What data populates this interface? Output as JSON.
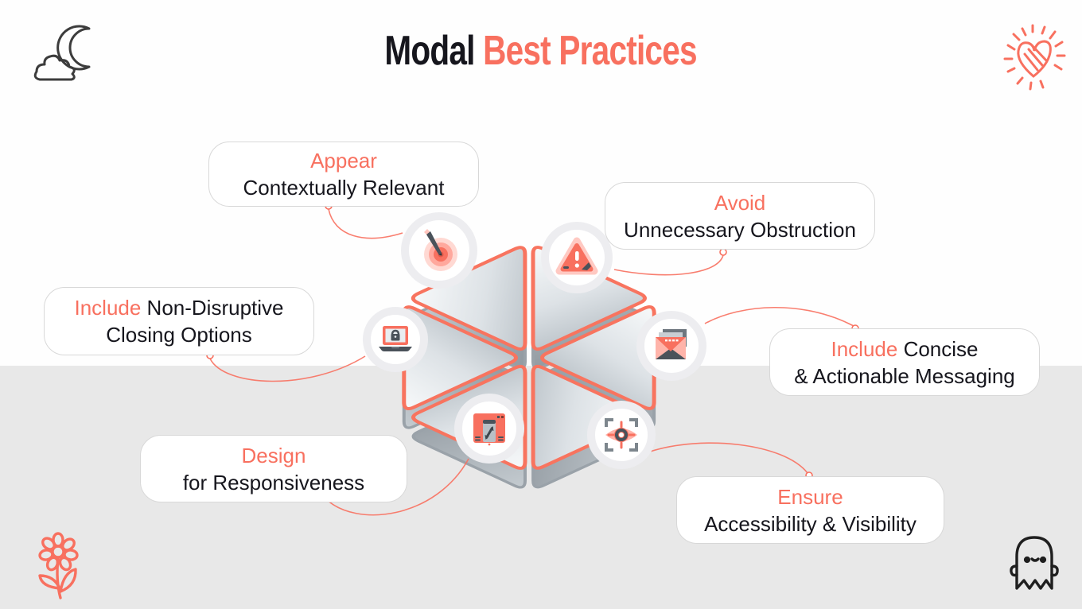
{
  "title": {
    "black": "Modal",
    "accent": " Best Practices"
  },
  "colors": {
    "accent": "#f8705f",
    "accent_light": "#ffb9b0",
    "text": "#16161d",
    "dark_slate": "#4a525a",
    "bottom_band": "#e8e8e8",
    "box_border": "#d8d8d8",
    "silver_light": "#f7f9fa",
    "silver_dark": "#bcc4ca"
  },
  "callouts": [
    {
      "id": "appear",
      "accent": "Appear",
      "rest": "",
      "line2": "Contextually Relevant"
    },
    {
      "id": "avoid",
      "accent": "Avoid",
      "rest": "",
      "line2": "Unnecessary Obstruction"
    },
    {
      "id": "include-closing",
      "accent": "Include",
      "rest": " Non-Disruptive",
      "line2": "Closing Options"
    },
    {
      "id": "include-messaging",
      "accent": "Include",
      "rest": " Concise",
      "line2": "& Actionable Messaging"
    },
    {
      "id": "design",
      "accent": "Design",
      "rest": "",
      "line2": "for Responsiveness"
    },
    {
      "id": "ensure",
      "accent": "Ensure",
      "rest": "",
      "line2": "Accessibility & Visibility"
    }
  ],
  "icons": [
    {
      "name": "target-pencil-icon"
    },
    {
      "name": "warning-triangle-icon"
    },
    {
      "name": "secure-laptop-icon"
    },
    {
      "name": "email-message-icon"
    },
    {
      "name": "responsive-window-icon"
    },
    {
      "name": "eye-focus-icon"
    },
    {
      "name": "moon-cloud-doodle"
    },
    {
      "name": "heart-doodle"
    },
    {
      "name": "flower-doodle"
    },
    {
      "name": "ghost-doodle"
    }
  ]
}
